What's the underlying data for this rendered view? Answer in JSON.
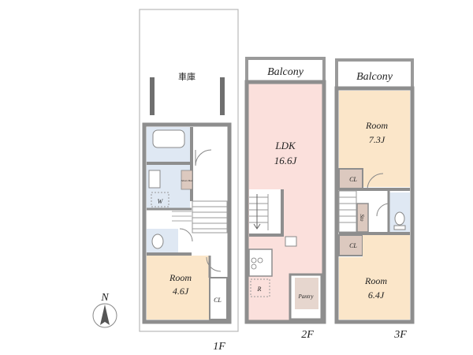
{
  "floors": {
    "f1": {
      "floor_label": "1F",
      "garage": "車庫",
      "storage_small": "Shoes Box",
      "washer": "W",
      "room": {
        "name": "Room",
        "size": "4.6J"
      },
      "closet": "CL"
    },
    "f2": {
      "floor_label": "2F",
      "balcony": "Balcony",
      "ldk": {
        "name": "LDK",
        "size": "16.6J"
      },
      "fridge": "R",
      "pantry": "Pantry"
    },
    "f3": {
      "floor_label": "3F",
      "balcony": "Balcony",
      "room_top": {
        "name": "Room",
        "size": "7.3J"
      },
      "closet_top": "CL",
      "storage": "Sto",
      "closet_bottom": "CL",
      "room_bottom": {
        "name": "Room",
        "size": "6.4J"
      }
    }
  },
  "compass": {
    "label": "N"
  },
  "colors": {
    "wall": "#9a9a9a",
    "room_peach": "#fbe6c9",
    "ldk_pink": "#fbe0dc",
    "wet_blue": "#dfe8f3",
    "closet_tan": "#dcc9bf",
    "pantry": "#e6d6ce",
    "balcony": "#ffffff"
  }
}
